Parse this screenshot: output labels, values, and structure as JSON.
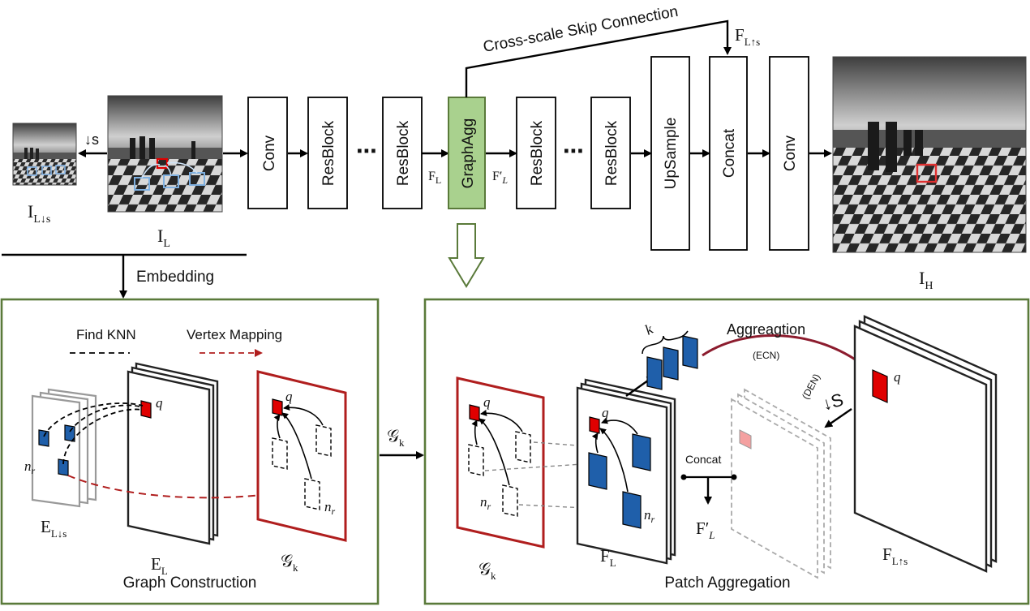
{
  "pipeline": {
    "blocks": [
      "Conv",
      "ResBlock",
      "ResBlock",
      "GraphAgg",
      "ResBlock",
      "ResBlock",
      "UpSample",
      "Concat",
      "Conv"
    ],
    "ellipsis": "⋯",
    "downscale": "↓s",
    "skip_label": "Cross-scale Skip Connection",
    "embedding_label": "Embedding",
    "img_low_down": {
      "main": "I",
      "sub": "L↓s"
    },
    "img_low": {
      "main": "I",
      "sub": "L"
    },
    "img_high": {
      "main": "I",
      "sub": "H"
    },
    "feat_fl": {
      "main": "F",
      "sub": "L"
    },
    "feat_flp": {
      "main": "F",
      "prime": "′",
      "sub": "L"
    },
    "feat_up": {
      "main": "F",
      "sub": "L↑s"
    }
  },
  "graph_construction": {
    "title": "Graph Construction",
    "legend_knn": "Find KNN",
    "legend_vertex": "Vertex Mapping",
    "e_low_down": {
      "main": "E",
      "sub": "L↓s"
    },
    "e_low": {
      "main": "E",
      "sub": "L"
    },
    "g": {
      "main": "𝒢",
      "sub": "k"
    },
    "q": "q",
    "nr": {
      "main": "n",
      "sub": "r"
    }
  },
  "link_label": {
    "main": "𝒢",
    "sub": "k"
  },
  "patch_aggregation": {
    "title": "Patch Aggregation",
    "aggregation": "Aggreagtion",
    "ecn": "(ECN)",
    "den": "(DEN)",
    "den_scale": "↓S",
    "concat": "Concat",
    "k": "k",
    "q": "q",
    "nr": {
      "main": "n",
      "sub": "r"
    },
    "g": {
      "main": "𝒢",
      "sub": "k"
    },
    "fl": {
      "main": "F",
      "sub": "L"
    },
    "flp": {
      "main": "F",
      "prime": "′",
      "sub": "L"
    },
    "fup": {
      "main": "F",
      "sub": "L↑s"
    }
  },
  "colors": {
    "accent_green": "#a9d18e",
    "panel_border": "#5a7a3a",
    "red_frame": "#b01e1e",
    "patch_blue": "#1f5faa",
    "patch_red": "#e00000",
    "light_blue": "#7fb0e0",
    "agg_arrow": "#8c1c2e"
  }
}
